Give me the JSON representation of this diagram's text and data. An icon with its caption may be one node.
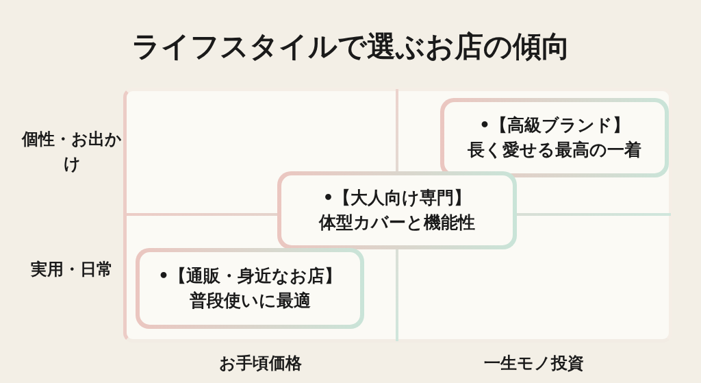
{
  "diagram": {
    "title": "ライフスタイルで選ぶお店の傾向",
    "nodes": [
      {
        "text": [
          "•【高級ブランド】",
          "長く愛せる最高の一着"
        ]
      },
      {
        "text": [
          "•【大人向け専門】",
          "体型カバーと機能性"
        ]
      },
      {
        "text": [
          "•【通販・身近なお店】",
          "普段使いに最適"
        ]
      }
    ],
    "labels": [
      "個性・お出かけ",
      "実用・日常",
      "お手頃価格",
      "一生モノ投資"
    ]
  }
}
